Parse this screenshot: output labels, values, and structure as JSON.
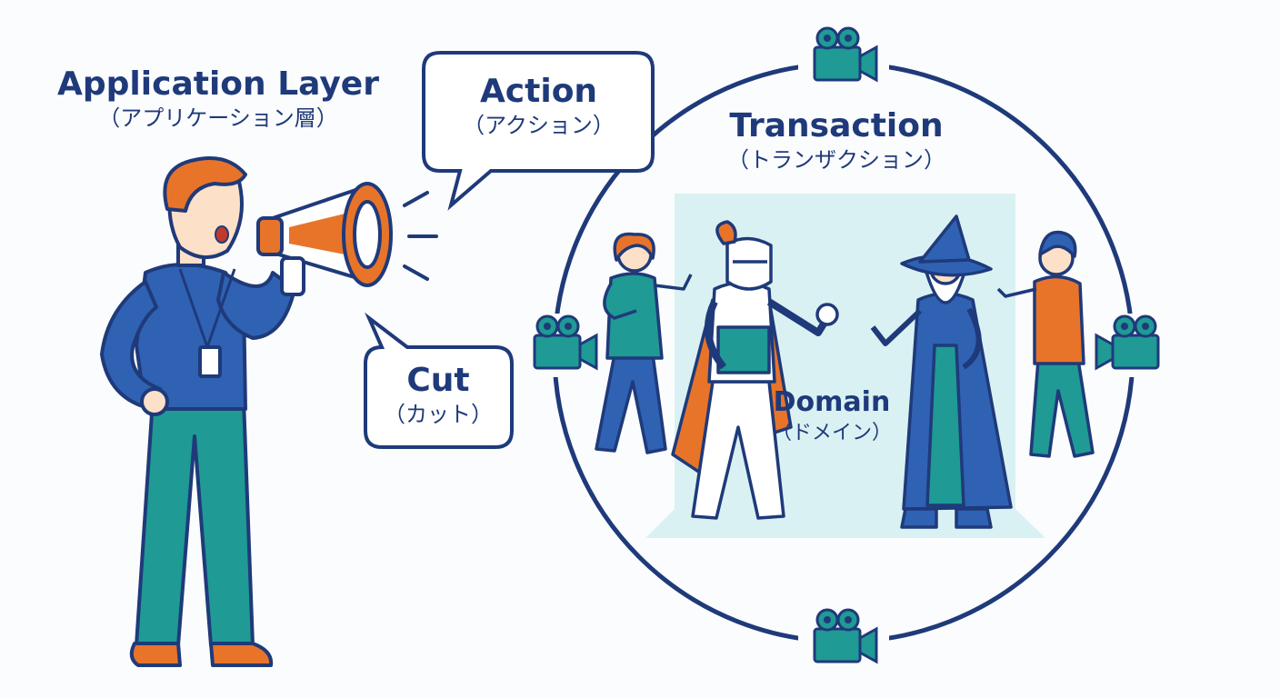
{
  "labels": {
    "application_layer": {
      "en": "Application Layer",
      "ja": "（アプリケーション層）"
    },
    "action": {
      "en": "Action",
      "ja": "（アクション）"
    },
    "cut": {
      "en": "Cut",
      "ja": "（カット）"
    },
    "transaction": {
      "en": "Transaction",
      "ja": "（トランザクション）"
    },
    "domain": {
      "en": "Domain",
      "ja": "（ドメイン）"
    }
  },
  "colors": {
    "navy": "#1f3a7a",
    "blue": "#2f62b3",
    "teal": "#1f9a94",
    "orange": "#e8742a",
    "stage": "#d9f1f2",
    "skin": "#fde0c8"
  },
  "icons": [
    "megaphone-icon",
    "movie-camera-icon"
  ]
}
